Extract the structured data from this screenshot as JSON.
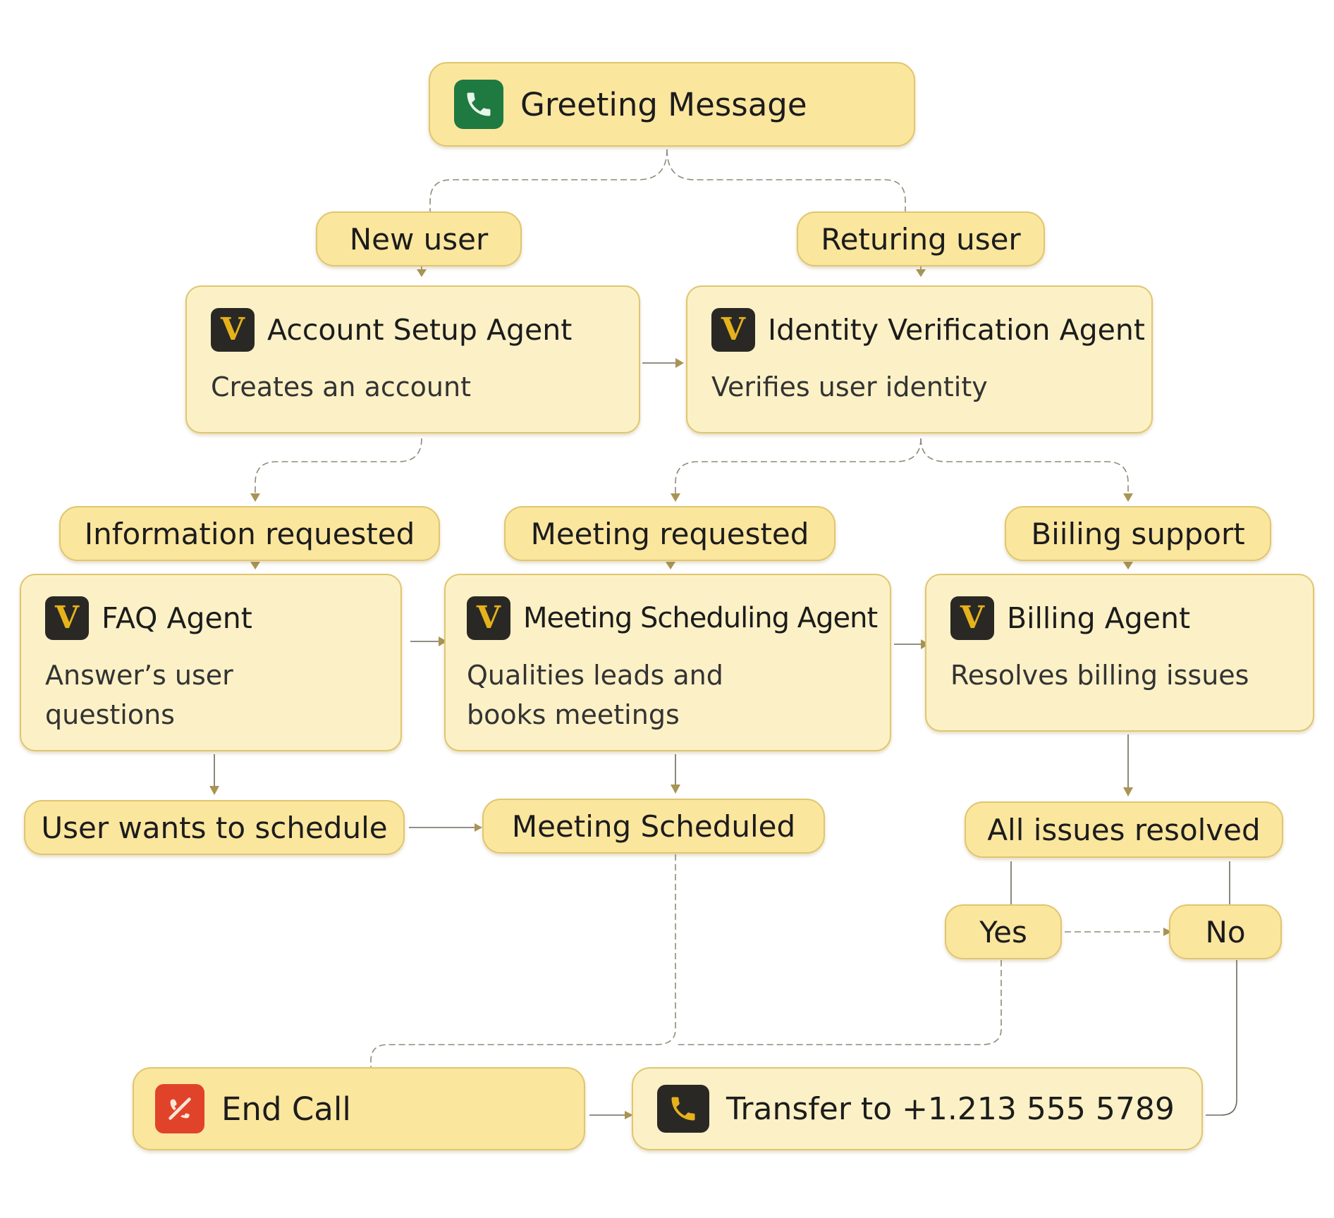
{
  "greeting": {
    "label": "Greeting Message",
    "icon": "phone-icon"
  },
  "branches": {
    "new_user": "New user",
    "returning_user": "Returing user"
  },
  "agents": {
    "account_setup": {
      "title": "Account Setup Agent",
      "desc": "Creates an account",
      "icon": "v-logo-icon"
    },
    "identity": {
      "title": "Identity Verification Agent",
      "desc": "Verifies user identity",
      "icon": "v-logo-icon"
    },
    "faq": {
      "title": "FAQ Agent",
      "desc": "Answer’s user\nquestions",
      "icon": "v-logo-icon"
    },
    "meeting": {
      "title": "Meeting Scheduling Agent",
      "desc": "Qualities leads and\nbooks meetings",
      "icon": "v-logo-icon"
    },
    "billing": {
      "title": "Billing Agent",
      "desc": "Resolves billing issues",
      "icon": "v-logo-icon"
    }
  },
  "conditions": {
    "information_requested": "Information requested",
    "meeting_requested": "Meeting requested",
    "billing_support": "Biiling support",
    "user_wants_to_schedule": "User wants to schedule",
    "meeting_scheduled": "Meeting Scheduled",
    "all_issues_resolved": "All issues resolved",
    "yes": "Yes",
    "no": "No"
  },
  "endpoints": {
    "end_call": {
      "label": "End Call",
      "icon": "end-call-icon"
    },
    "transfer": {
      "label": "Transfer to +1.213 555 5789",
      "icon": "phone-icon"
    }
  },
  "colors": {
    "pill": "#fbe69e",
    "card": "#fcf1c6",
    "border": "#e0c66e",
    "logo_gold": "#e5b21d",
    "logo_dark": "#2a2824",
    "phone_green": "#1e7a40",
    "end_red": "#e0432a"
  }
}
